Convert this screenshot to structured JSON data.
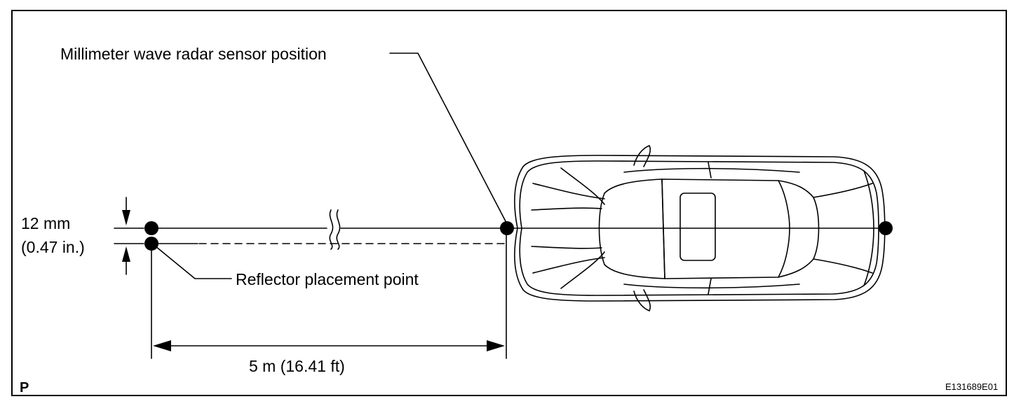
{
  "labels": {
    "sensor_position": "Millimeter wave radar sensor position",
    "reflector_point": "Reflector placement point",
    "offset_mm": "12 mm",
    "offset_in": "(0.47 in.)",
    "distance": "5 m (16.41 ft)",
    "corner_code": "P",
    "figure_id": "E131689E01"
  },
  "colors": {
    "line": "#000000",
    "background": "#ffffff"
  }
}
